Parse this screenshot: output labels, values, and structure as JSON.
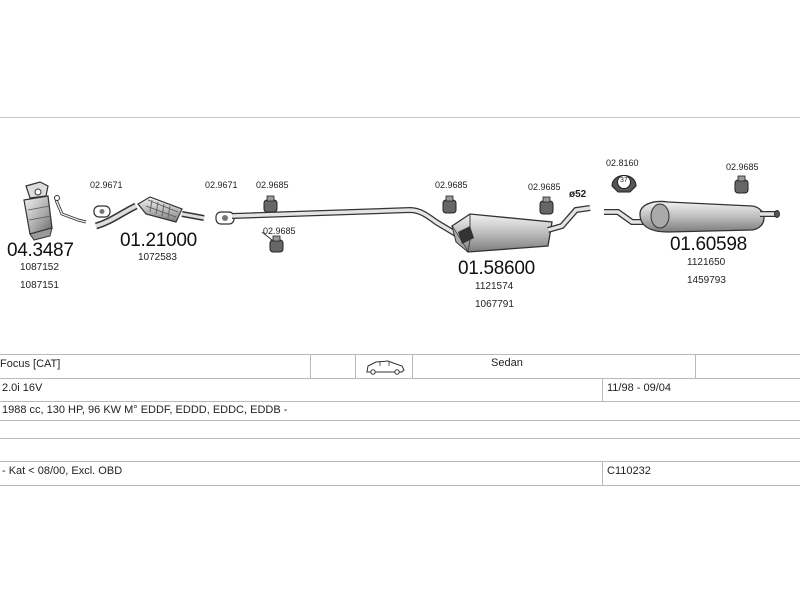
{
  "diagram": {
    "parts": [
      {
        "main": "04.3487",
        "refs": [
          "1087152",
          "1087151"
        ]
      },
      {
        "main": "01.21000",
        "refs": [
          "1072583"
        ]
      },
      {
        "main": "01.58600",
        "refs": [
          "1121574",
          "1067791"
        ]
      },
      {
        "main": "01.60598",
        "refs": [
          "1121650",
          "1459793"
        ]
      }
    ],
    "fittings": {
      "clamp_a": "02.9671",
      "clamp_b": "02.9671",
      "hanger_a": "02.9685",
      "hanger_b": "02.9685",
      "hanger_c": "02.9685",
      "hanger_d": "02.9685",
      "hanger_e": "02.9685",
      "mount": "02.8160"
    },
    "diameter_label": "ø52",
    "mount_badge": "37"
  },
  "table": {
    "model": "Focus  [CAT]",
    "body_type": "Sedan",
    "engine": "2.0i 16V",
    "period": "11/98 - 09/04",
    "specs": "1988 cc, 130 HP, 96 KW M° EDDF, EDDD, EDDC, EDDB -",
    "note": "- Kat < 08/00, Excl. OBD",
    "code": "C110232"
  }
}
